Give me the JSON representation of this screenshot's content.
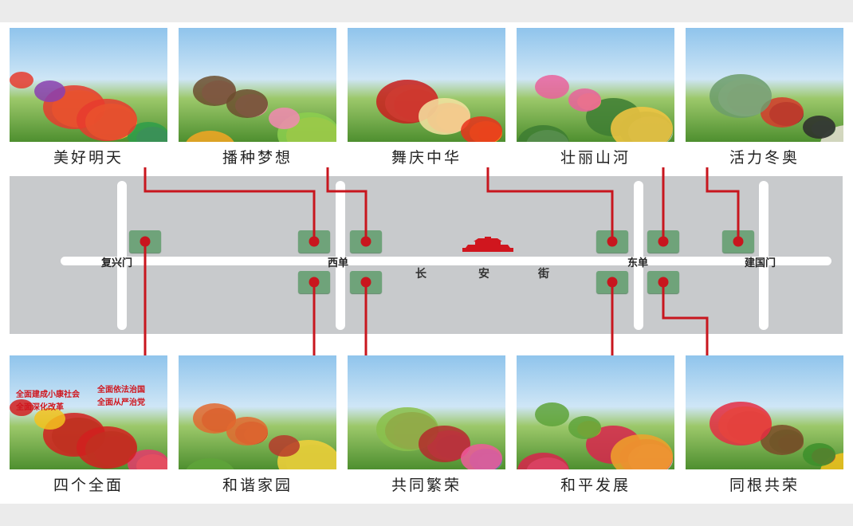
{
  "top_row": [
    {
      "title": "美好明天",
      "scene": "rocket-and-fish-flower-scene"
    },
    {
      "title": "播种梦想",
      "scene": "tree-house-flower-scene"
    },
    {
      "title": "舞庆中华",
      "scene": "dancing-ribbon-sculpture"
    },
    {
      "title": "壮丽山河",
      "scene": "great-wall-waterfall-scene"
    },
    {
      "title": "活力冬奥",
      "scene": "winter-olympics-skaters-scene"
    }
  ],
  "bottom_row": [
    {
      "title": "四个全面",
      "scene": "four-comprehensives-slogan-scene",
      "slogans": [
        "全面建成小康社会",
        "全面依法治国",
        "全面深化改革",
        "全面从严治党"
      ]
    },
    {
      "title": "和谐家园",
      "scene": "harmonious-home-scene"
    },
    {
      "title": "共同繁荣",
      "scene": "high-speed-train-scene"
    },
    {
      "title": "和平发展",
      "scene": "peace-dove-scene"
    },
    {
      "title": "同根共荣",
      "scene": "flowering-tree-scene"
    }
  ],
  "map": {
    "intersections": [
      "复兴门",
      "西单",
      "东单",
      "建国门"
    ],
    "street_name": [
      "长",
      "安",
      "街"
    ],
    "landmark": "tiananmen-icon"
  },
  "colors": {
    "road_bg": "#c8cacc",
    "spot": "#6fa37a",
    "line": "#c8161e",
    "road": "#ffffff"
  }
}
